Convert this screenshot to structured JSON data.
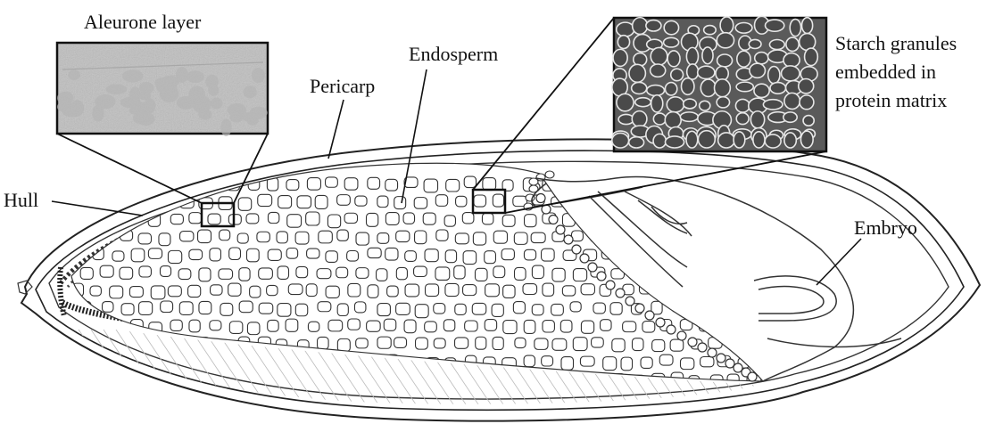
{
  "labels": {
    "aleurone": "Aleurone layer",
    "endosperm": "Endosperm",
    "pericarp": "Pericarp",
    "hull": "Hull",
    "embryo": "Embryo",
    "starch_line1": "Starch granules",
    "starch_line2": "embedded in",
    "starch_line3": "protein matrix"
  }
}
